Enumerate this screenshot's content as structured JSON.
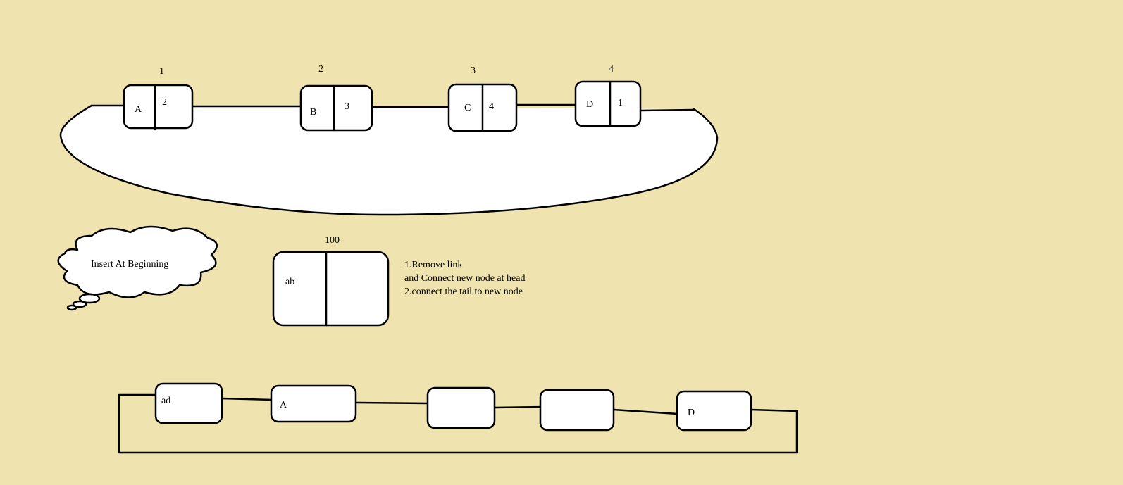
{
  "colors": {
    "background": "#efe4b0",
    "stroke": "#000000",
    "fill": "#ffffff"
  },
  "top_list": {
    "nodes": [
      {
        "address": "1",
        "data": "A",
        "next": "2"
      },
      {
        "address": "2",
        "data": "B",
        "next": "3"
      },
      {
        "address": "3",
        "data": "C",
        "next": "4"
      },
      {
        "address": "4",
        "data": "D",
        "next": "1"
      }
    ]
  },
  "thought_bubble": {
    "text": "Insert At Beginning"
  },
  "new_node": {
    "address": "100",
    "data": "ab",
    "next": ""
  },
  "steps": [
    "1.Remove link",
    "and Connect new node at head",
    "2.connect the tail to new node"
  ],
  "bottom_list": {
    "nodes": [
      {
        "data": "ad"
      },
      {
        "data": "A"
      },
      {
        "data": ""
      },
      {
        "data": ""
      },
      {
        "data": "D"
      }
    ]
  }
}
